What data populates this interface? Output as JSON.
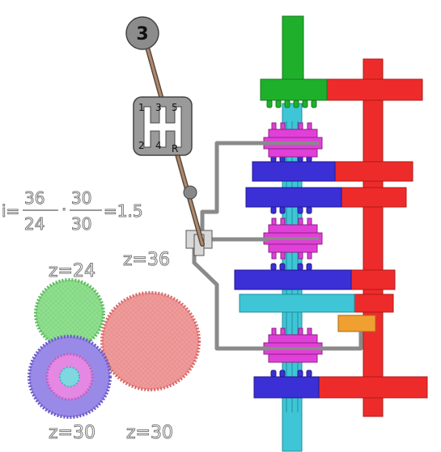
{
  "shifter": {
    "knob_label": "3",
    "gate_positions": [
      "1",
      "3",
      "5",
      "2",
      "4",
      "R"
    ]
  },
  "ratio": {
    "prefix": "i=",
    "frac1_num": "36",
    "frac1_den": "24",
    "dot": "·",
    "frac2_num": "30",
    "frac2_den": "30",
    "result": "=1.5"
  },
  "gear_labels": {
    "driver_top": "z=24",
    "driven_top": "z=36",
    "driver_bottom": "z=30",
    "driven_bottom": "z=30"
  },
  "colors": {
    "input_shaft": "#1fb02b",
    "counter_shaft": "#ee2b2b",
    "main_gears": "#3b2fd6",
    "output_shaft": "#3fc6d6",
    "synchro": "#e040d8",
    "reverse_idler": "#f0a030",
    "linkage": "#8a8a8a",
    "gear_z24": "#8ee08e",
    "gear_z36": "#f29a9a",
    "gear_z30": "#9a8ae8"
  }
}
